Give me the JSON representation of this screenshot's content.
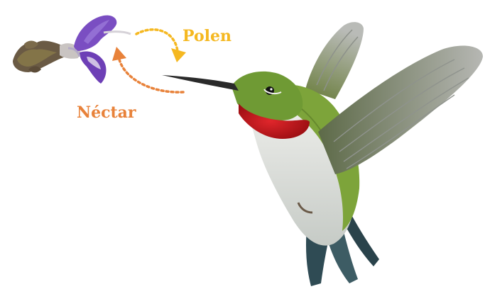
{
  "labels": {
    "pollen": "Polen",
    "nectar": "Néctar"
  },
  "colors": {
    "pollen": "#f5b821",
    "nectar": "#e8823a",
    "flower_petal": "#7a4ec2",
    "hummingbird_throat": "#c8161b",
    "hummingbird_back": "#7da43a"
  },
  "illustration": {
    "subjects": [
      "flower",
      "hummingbird",
      "pollen-arrow",
      "nectar-arrow"
    ]
  }
}
